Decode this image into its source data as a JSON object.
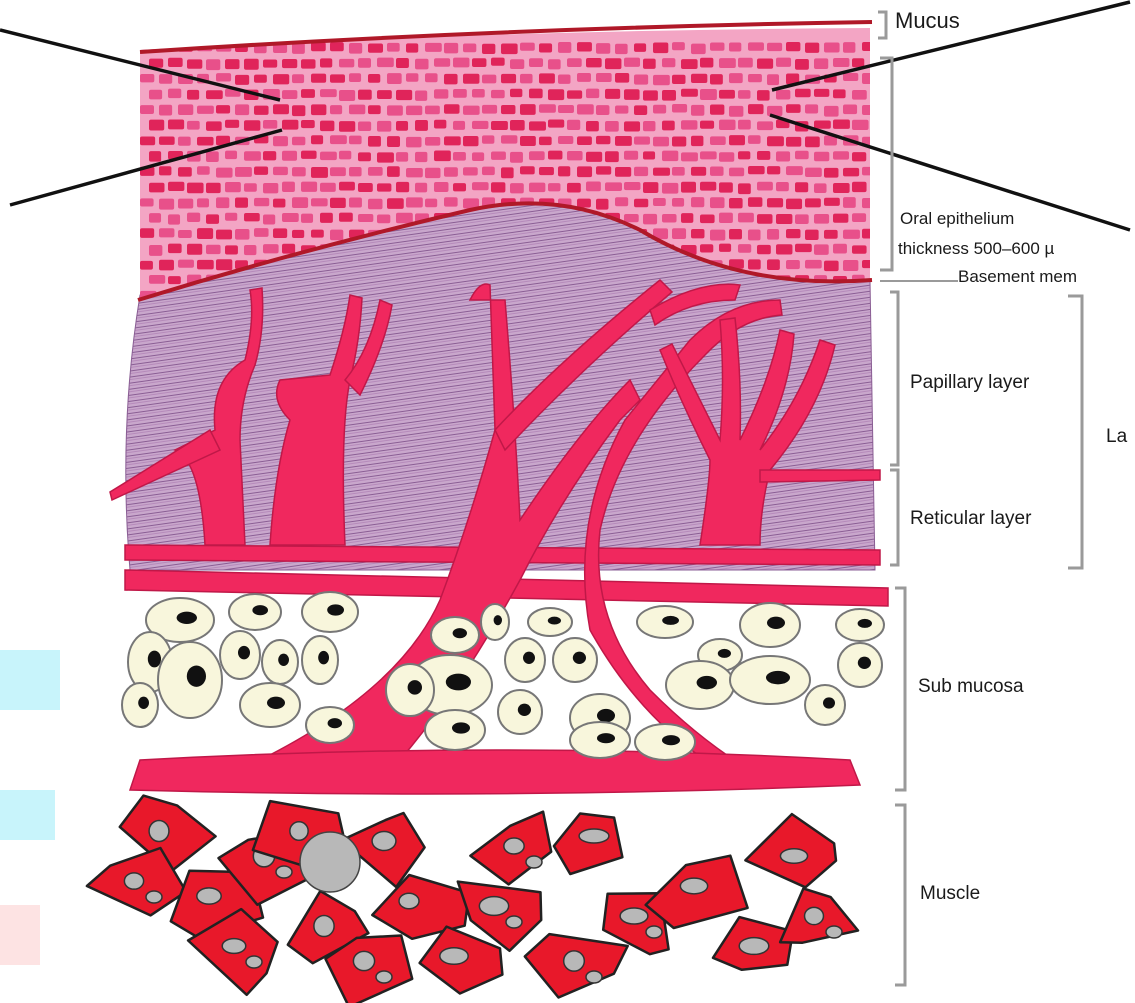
{
  "labels": {
    "mucus": "Mucus",
    "oral_epithelium": "Oral epithelium",
    "thickness": "thickness 500–600 µ",
    "basement_membrane": "Basement mem",
    "papillary_layer": "Papillary layer",
    "reticular_layer": "Reticular layer",
    "lamina_propria": "La",
    "sub_mucosa": "Sub mucosa",
    "muscle": "Muscle"
  },
  "colors": {
    "epithelium_pink": "#e8508a",
    "cell_red": "#e0245a",
    "vessel": "#f0285e",
    "lamina_purple": "#9a6aa0",
    "adipocyte": "#f8f6dc",
    "muscle_red": "#e8182a",
    "nucleus_grey": "#b8b8b8",
    "membrane_line": "#b01828",
    "bracket_grey": "#9a9a9a"
  }
}
